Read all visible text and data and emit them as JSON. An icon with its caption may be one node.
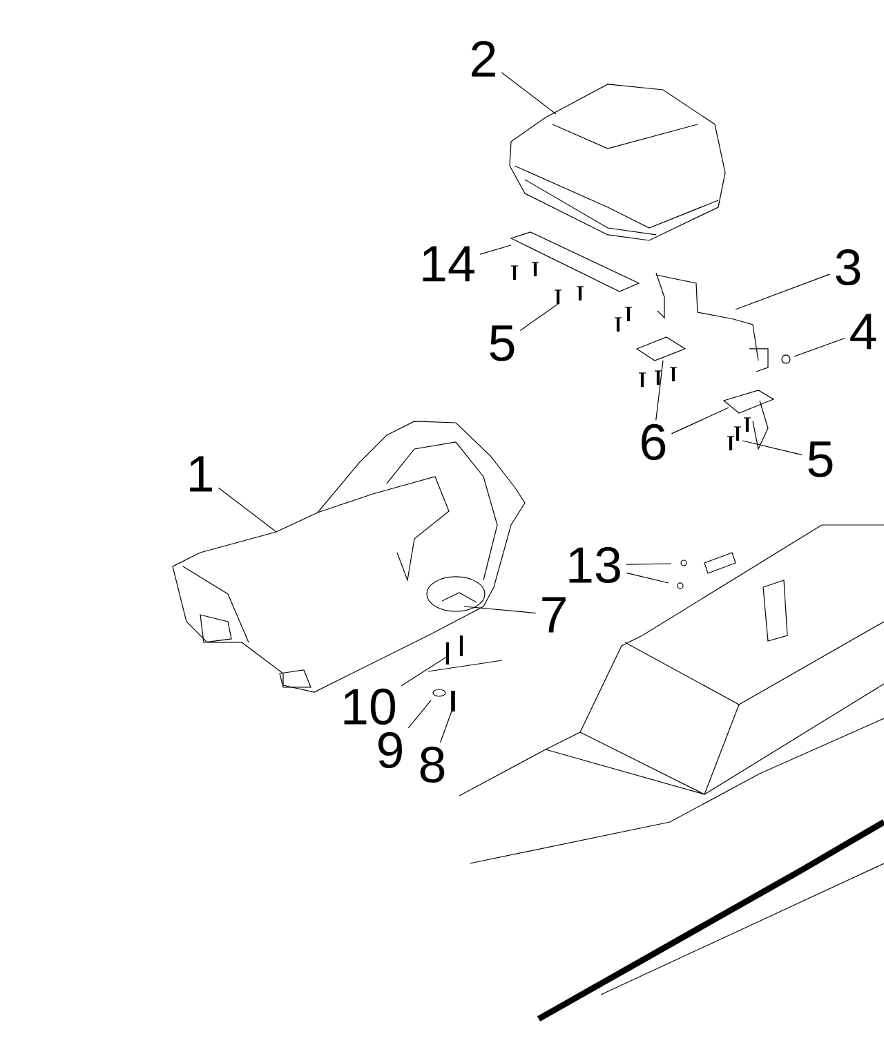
{
  "diagram": {
    "nodes": [
      {
        "text": [
          "2"
        ]
      },
      {
        "text": [
          "14"
        ]
      },
      {
        "text": [
          "3"
        ]
      },
      {
        "text": [
          "5"
        ]
      },
      {
        "text": [
          "4"
        ]
      },
      {
        "text": [
          "6"
        ]
      },
      {
        "text": [
          "5"
        ]
      },
      {
        "text": [
          "1"
        ]
      },
      {
        "text": [
          "13"
        ]
      },
      {
        "text": [
          "7"
        ]
      },
      {
        "text": [
          "10"
        ]
      },
      {
        "text": [
          "9"
        ]
      },
      {
        "text": [
          "8"
        ]
      }
    ],
    "edges": [
      {
        "from": 0,
        "to": null,
        "arrow": "none"
      },
      {
        "from": 1,
        "to": null,
        "arrow": "none"
      },
      {
        "from": 2,
        "to": null,
        "arrow": "none"
      },
      {
        "from": 3,
        "to": null,
        "arrow": "none"
      },
      {
        "from": 4,
        "to": null,
        "arrow": "none"
      },
      {
        "from": 5,
        "to": null,
        "arrow": "none"
      },
      {
        "from": 5,
        "to": null,
        "arrow": "none"
      },
      {
        "from": 6,
        "to": null,
        "arrow": "none"
      },
      {
        "from": 7,
        "to": null,
        "arrow": "none"
      },
      {
        "from": 8,
        "to": null,
        "arrow": "none"
      },
      {
        "from": 8,
        "to": null,
        "arrow": "none"
      },
      {
        "from": 9,
        "to": null,
        "arrow": "none"
      },
      {
        "from": 10,
        "to": null,
        "arrow": "none"
      },
      {
        "from": 11,
        "to": null,
        "arrow": "none"
      },
      {
        "from": 12,
        "to": null,
        "arrow": "none"
      }
    ]
  }
}
